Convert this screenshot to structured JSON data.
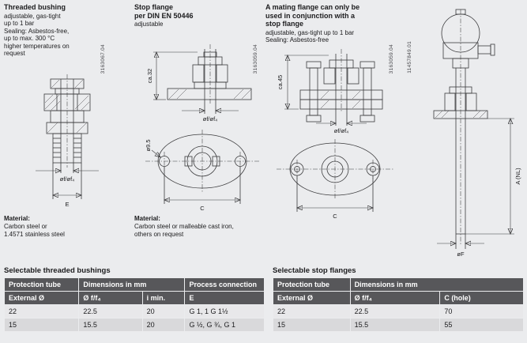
{
  "panels": {
    "bushing": {
      "title": "Threaded bushing",
      "desc": "adjustable, gas-tight\nup to 1 bar\nSealing: Asbestos-free,\nup to max. 300 °C\nhigher temperatures on\nrequest",
      "material_label": "Material:",
      "material": "Carbon steel or\n1.4571 stainless steel",
      "doc_no": "3163067.04",
      "dims": {
        "f": "øf/øf₄",
        "e": "E"
      }
    },
    "stop_flange": {
      "title": "Stop flange\nper DIN EN 50446",
      "desc": "adjustable",
      "material_label": "Material:",
      "material": "Carbon steel or malleable cast iron,\nothers on request",
      "doc_no": "3163059.04",
      "dims": {
        "ca": "ca.32",
        "f": "øf/øf₄",
        "hole": "ø9.5",
        "c": "C"
      }
    },
    "mating_flange": {
      "title": "A mating flange can only be\nused in conjunction with a\nstop flange",
      "desc": "adjustable, gas-tight up to 1 bar\nSealing: Asbestos-free",
      "doc_no": "3163059.04",
      "dims": {
        "ca": "ca.45",
        "f": "øf/øf₄",
        "c": "C"
      }
    },
    "assembly": {
      "doc_no": "11457849.01",
      "dims": {
        "a": "A (NL)",
        "f": "øF"
      }
    }
  },
  "tables": {
    "bushings": {
      "title": "Selectable threaded bushings",
      "headers": {
        "protection": "Protection tube",
        "dimensions": "Dimensions in mm",
        "process": "Process connection",
        "external": "External Ø",
        "f": "Ø f/f₄",
        "imin": "i min.",
        "e": "E"
      },
      "rows": [
        [
          "22",
          "22.5",
          "20",
          "G 1, 1 G 1½"
        ],
        [
          "15",
          "15.5",
          "20",
          "G ½, G ¾, G 1"
        ]
      ]
    },
    "stop_flanges": {
      "title": "Selectable stop flanges",
      "headers": {
        "protection": "Protection tube",
        "dimensions": "Dimensions in mm",
        "external": "External Ø",
        "f": "Ø f/f₄",
        "c": "C (hole)"
      },
      "rows": [
        [
          "22",
          "22.5",
          "70"
        ],
        [
          "15",
          "15.5",
          "55"
        ]
      ]
    }
  }
}
